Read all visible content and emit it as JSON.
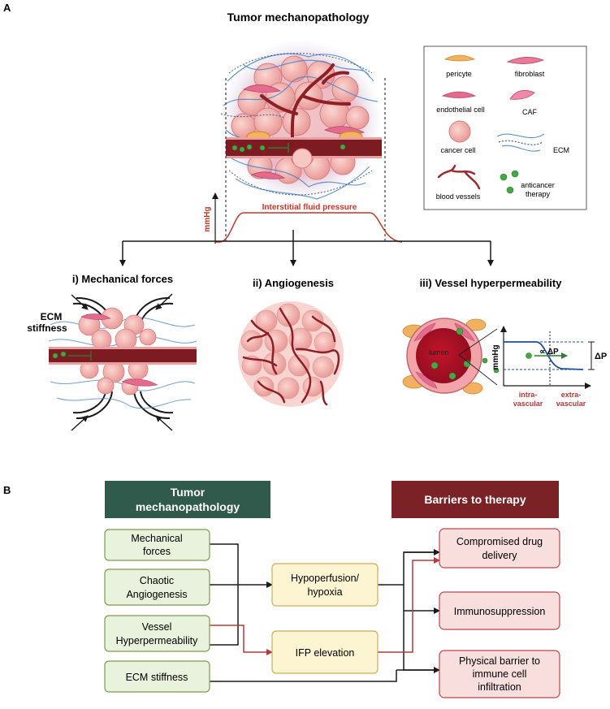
{
  "panel_a": {
    "letter": "A",
    "title": "Tumor mechanopathology",
    "ifp_label": "Interstitial fluid pressure",
    "y_unit": "mmHg",
    "legend": {
      "pericyte": "pericyte",
      "fibroblast": "fibroblast",
      "endothelial": "endothelial cell",
      "caf": "CAF",
      "cancer": "cancer cell",
      "ecm": "ECM",
      "vessels": "blood vessels",
      "therapy_1": "anticancer",
      "therapy_2": "therapy"
    },
    "sub_mech": "i) Mechanical forces",
    "sub_angio": "ii) Angiogenesis",
    "sub_perm": "iii) Vessel hyperpermeability",
    "ecm_stiff_1": "ECM",
    "ecm_stiff_2": "stiffness",
    "lumen": "lumen",
    "perm_y_unit": "mmHg",
    "delta_p": "ΔP",
    "prop_delta_p": "∝ ΔP",
    "intra_1": "intra-",
    "intra_2": "vascular",
    "extra_1": "extra-",
    "extra_2": "vascular"
  },
  "panel_b": {
    "letter": "B",
    "header_left_1": "Tumor",
    "header_left_2": "mechanopathology",
    "header_right": "Barriers to therapy",
    "causes": [
      {
        "l1": "Mechanical",
        "l2": "forces"
      },
      {
        "l1": "Chaotic",
        "l2": "Angiogenesis"
      },
      {
        "l1": "Vessel",
        "l2": "Hyperpermeability"
      },
      {
        "l1": "ECM stiffness",
        "l2": ""
      }
    ],
    "mid": [
      {
        "l1": "Hypoperfusion/",
        "l2": "hypoxia"
      },
      {
        "l1": "IFP elevation",
        "l2": ""
      }
    ],
    "barriers": [
      {
        "l1": "Compromised drug",
        "l2": "delivery",
        "l3": ""
      },
      {
        "l1": "Immunosuppression",
        "l2": "",
        "l3": ""
      },
      {
        "l1": "Physical barrier to",
        "l2": "immune cell",
        "l3": "infiltration"
      }
    ]
  },
  "colors": {
    "dark_green": "#2f5a4c",
    "dark_red": "#7a2226",
    "cause_fill": "#e9f2dc",
    "cause_stroke": "#7f9a4e",
    "mid_fill": "#fdf5d2",
    "mid_stroke": "#c9ad5a",
    "barrier_fill": "#f9dede",
    "barrier_stroke": "#b8474c",
    "arrow_red": "#b23a3a",
    "ifp_red": "#c0392b"
  }
}
